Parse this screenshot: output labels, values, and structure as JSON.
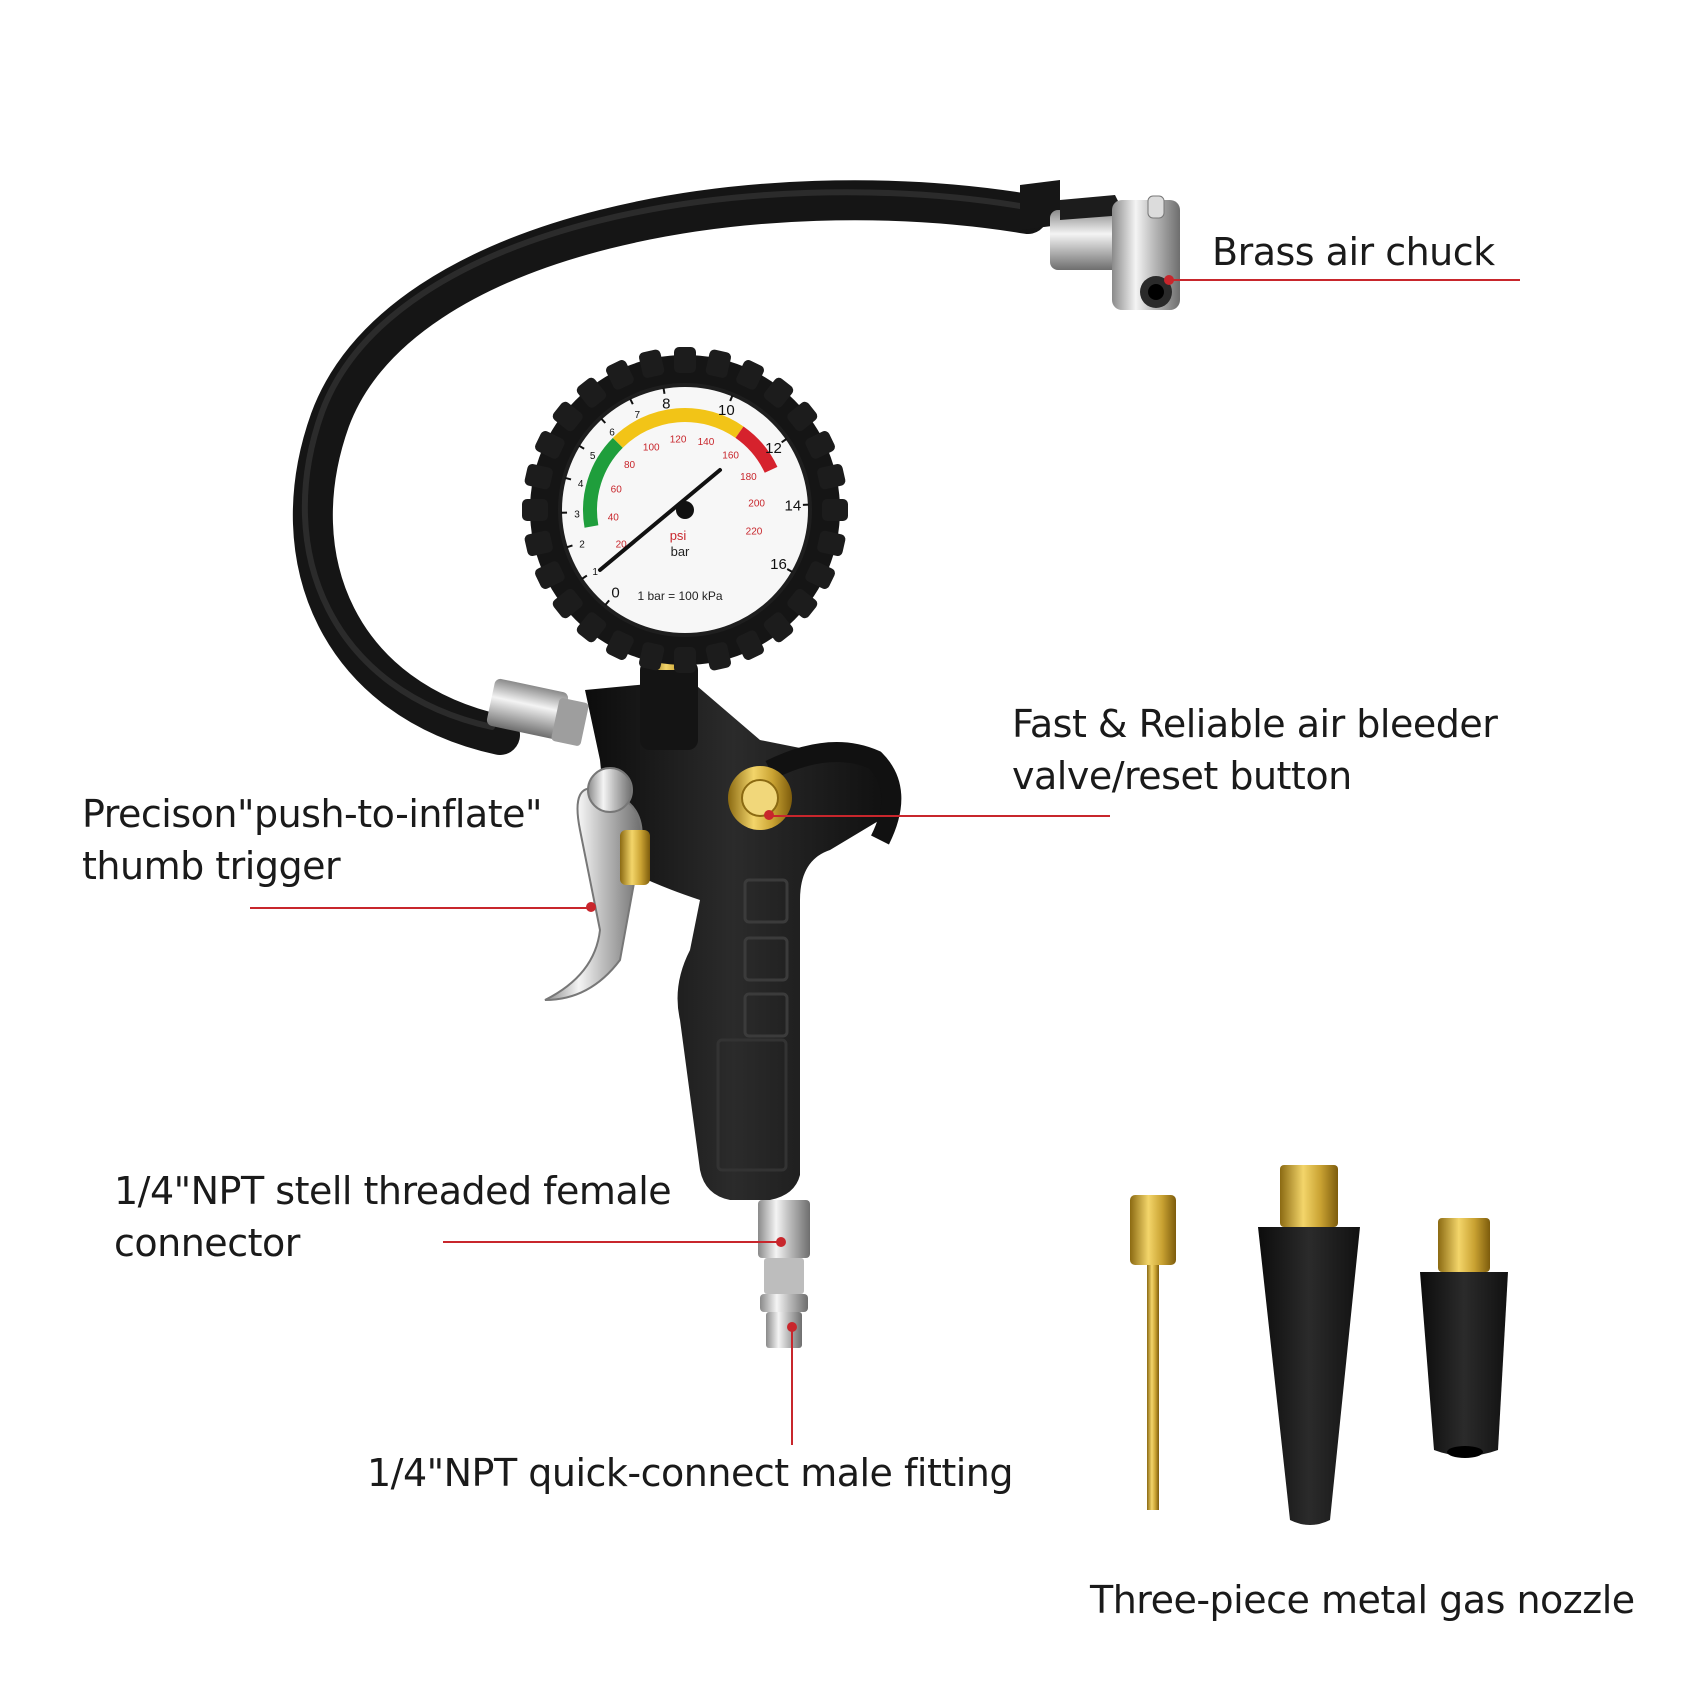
{
  "labels": {
    "air_chuck": "Brass air chuck",
    "bleeder_line1": "Fast & Reliable air bleeder",
    "bleeder_line2": "valve/reset button",
    "trigger_line1": "Precison\"push-to-inflate\"",
    "trigger_line2": "thumb trigger",
    "female_line1": "1/4\"NPT stell threaded female",
    "female_line2": "connector",
    "male_fitting": "1/4\"NPT quick-connect male fitting",
    "nozzles": "Three-piece metal gas nozzle"
  },
  "gauge": {
    "bar_ticks": [
      "0",
      "1",
      "2",
      "3",
      "4",
      "5",
      "6",
      "7",
      "8",
      "10",
      "12",
      "14",
      "16"
    ],
    "psi_ticks": [
      "20",
      "40",
      "60",
      "80",
      "100",
      "120",
      "140",
      "160",
      "180",
      "200",
      "220"
    ],
    "unit_psi": "psi",
    "unit_bar": "bar",
    "conversion": "1 bar = 100 kPa"
  },
  "colors": {
    "pointer_line": "#c8262c",
    "zone_green": "#1f9e3c",
    "zone_yellow": "#f2c417",
    "zone_red": "#d6222d",
    "rubber": "#1c1c1c",
    "brass": "#c9a232"
  }
}
